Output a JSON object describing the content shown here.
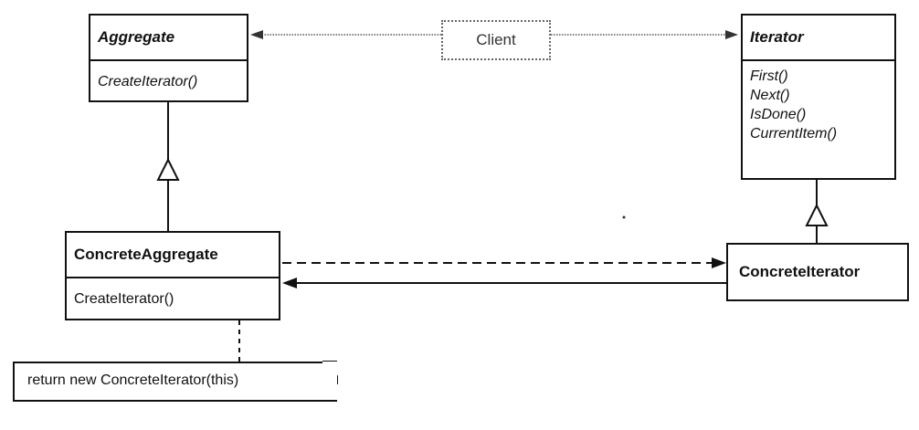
{
  "classes": {
    "aggregate": {
      "name": "Aggregate",
      "operations": [
        "CreateIterator()"
      ]
    },
    "iterator": {
      "name": "Iterator",
      "operations": [
        "First()",
        "Next()",
        "IsDone()",
        "CurrentItem()"
      ]
    },
    "concrete_aggregate": {
      "name": "ConcreteAggregate",
      "operations": [
        "CreateIterator()"
      ]
    },
    "concrete_iterator": {
      "name": "ConcreteIterator"
    }
  },
  "client": {
    "label": "Client"
  },
  "note": {
    "text": "return new ConcreteIterator(this)"
  }
}
